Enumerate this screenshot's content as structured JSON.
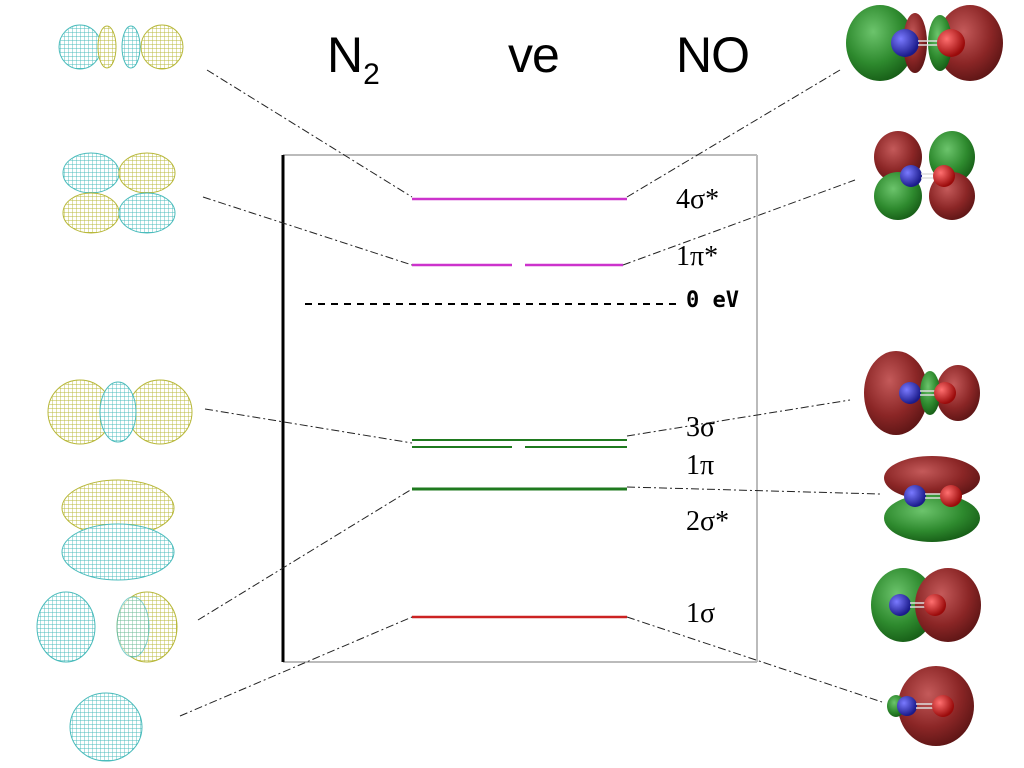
{
  "header": {
    "left_title": "N",
    "left_subscript": "2",
    "middle_word": "ve",
    "right_title": "NO"
  },
  "reference": {
    "zero_label": "0 eV"
  },
  "levels": [
    {
      "id": "4sigma-star",
      "label": "4σ*",
      "color": "#cc33cc",
      "degenerate": false
    },
    {
      "id": "1pi-star",
      "label": "1π*",
      "color": "#cc33cc",
      "degenerate": true
    },
    {
      "id": "3sigma",
      "label": "3σ",
      "color": "#1f7a1f",
      "degenerate": true
    },
    {
      "id": "1pi",
      "label": "1π",
      "color": "#1f7a1f",
      "degenerate": false
    },
    {
      "id": "2sigma-star",
      "label": "2σ*",
      "color": "#1f7a1f",
      "degenerate": false
    },
    {
      "id": "1sigma",
      "label": "1σ",
      "color": "#cc2222",
      "degenerate": false
    }
  ],
  "colors": {
    "n2_lobe_a": "#5fc6c6",
    "n2_lobe_b": "#c8c85a",
    "no_lobe_red": "#8b2a2a",
    "no_lobe_green": "#2f8a2f",
    "atom_nitrogen": "#2a2ab0",
    "atom_oxygen": "#d01010",
    "frame": "#bbbbbb"
  },
  "orbitals": {
    "n2": [
      "sigma-star-p-wireframe",
      "pi-star-wireframe",
      "sigma-p-wireframe",
      "pi-bonding-wireframe",
      "sigma-star-s-wireframe",
      "sigma-s-wireframe"
    ],
    "no": [
      "4sigma-star-isosurface",
      "1pi-star-isosurface",
      "3sigma-isosurface",
      "1pi-isosurface",
      "2sigma-star-isosurface",
      "1sigma-isosurface"
    ]
  }
}
